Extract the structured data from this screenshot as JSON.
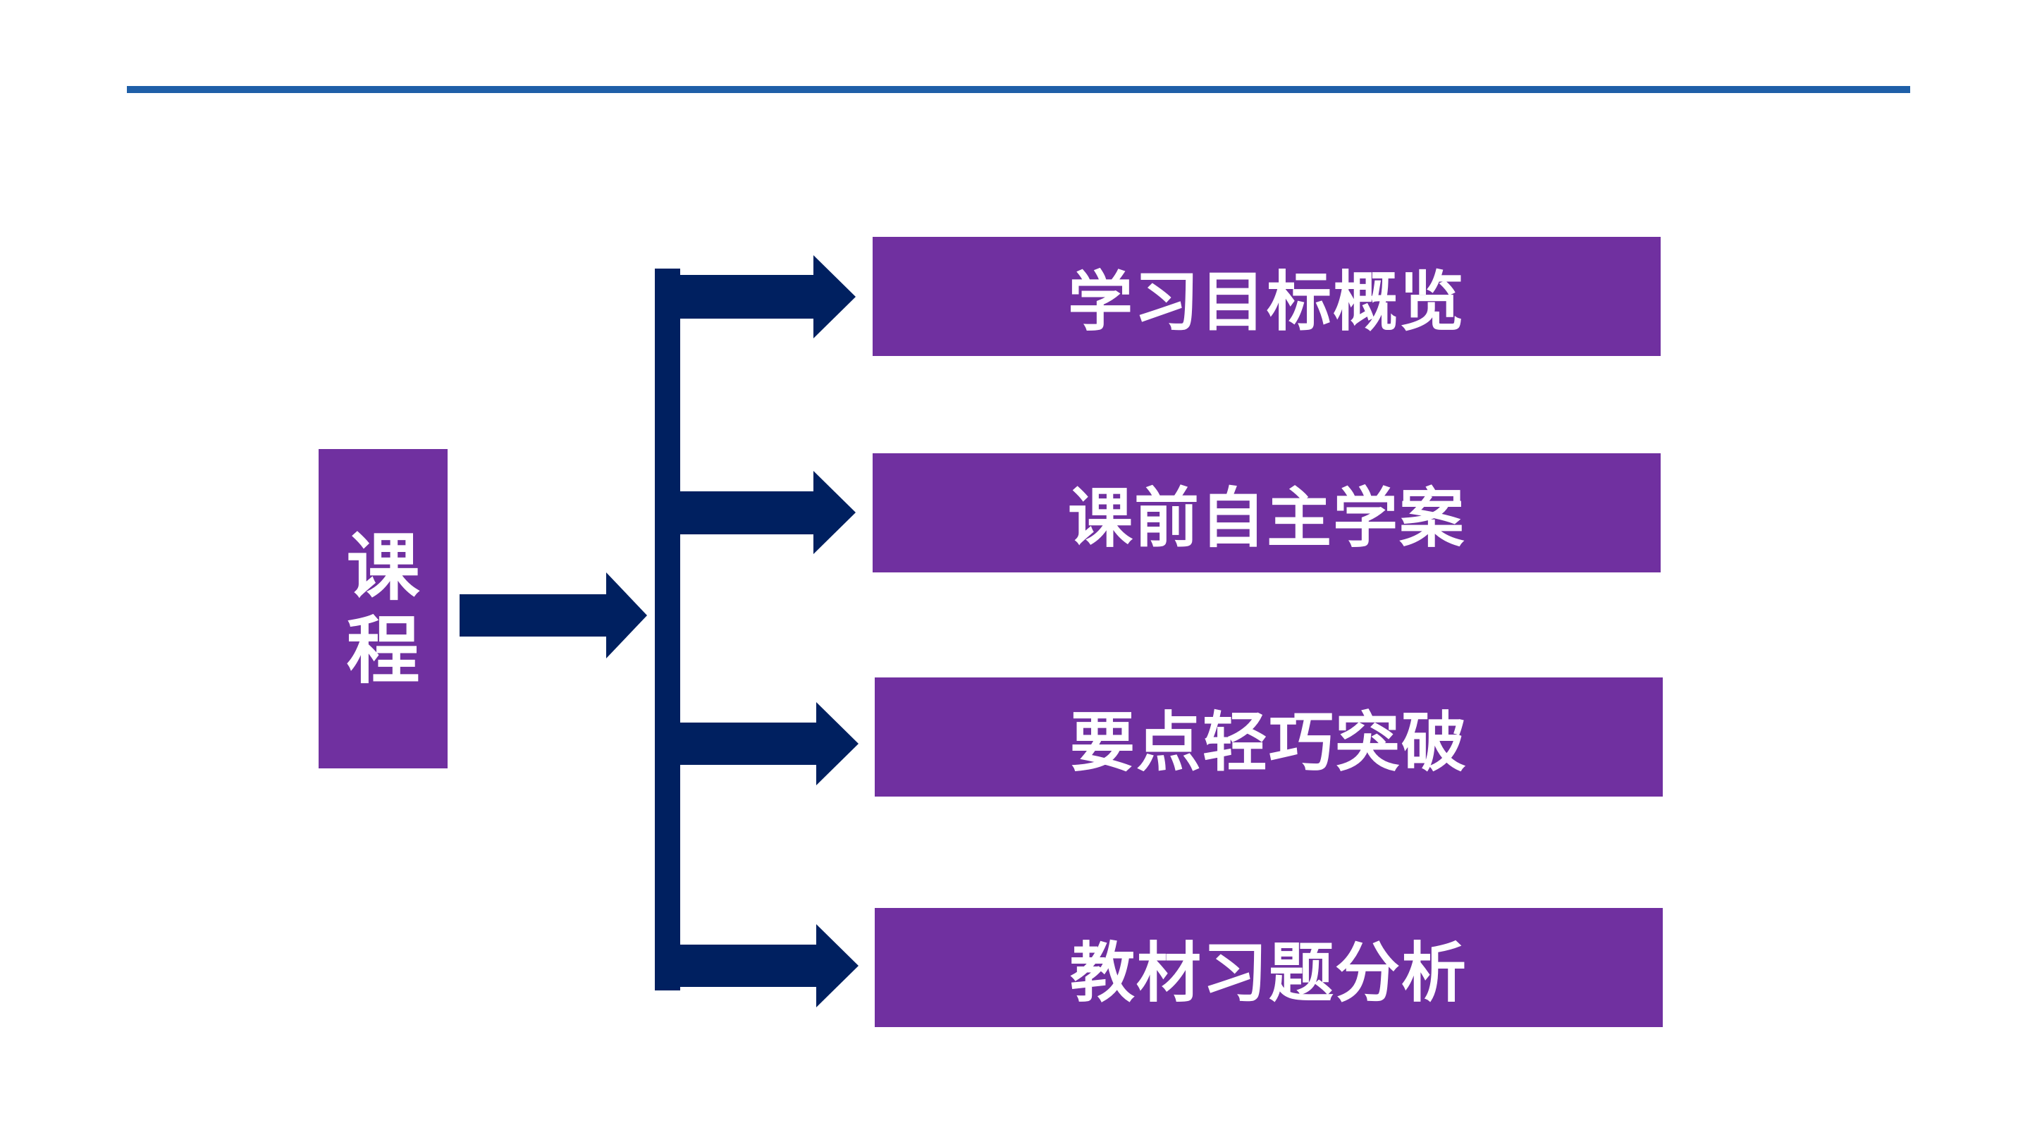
{
  "course": {
    "label": "课程"
  },
  "items": [
    {
      "label": "学习目标概览"
    },
    {
      "label": "课前自主学案"
    },
    {
      "label": "要点轻巧突破"
    },
    {
      "label": "教材习题分析"
    }
  ],
  "colors": {
    "box_fill": "#7030a0",
    "arrow_fill": "#002060",
    "rule": "#1f5fa8",
    "text": "#ffffff"
  }
}
